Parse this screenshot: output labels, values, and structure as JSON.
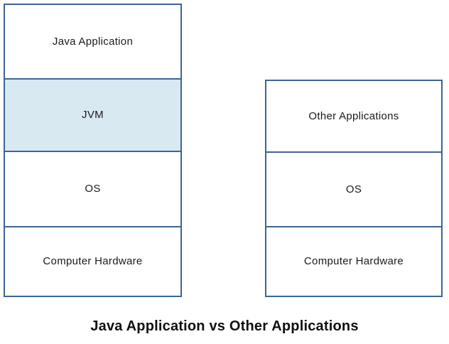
{
  "diagram": {
    "caption": "Java Application vs Other Applications",
    "colors": {
      "border": "#3d6495",
      "highlight_fill": "#d9e9f2",
      "layer_fill": "#ffffff",
      "text": "#1a1a1a",
      "caption_text": "#101010",
      "background": "#ffffff"
    },
    "stacks": [
      {
        "name": "java-application-stack",
        "layers": [
          {
            "label": "Java Application",
            "highlighted": false
          },
          {
            "label": "JVM",
            "highlighted": true
          },
          {
            "label": "OS",
            "highlighted": false
          },
          {
            "label": "Computer Hardware",
            "highlighted": false
          }
        ]
      },
      {
        "name": "other-applications-stack",
        "layers": [
          {
            "label": "Other Applications",
            "highlighted": false
          },
          {
            "label": "OS",
            "highlighted": false
          },
          {
            "label": "Computer Hardware",
            "highlighted": false
          }
        ]
      }
    ]
  }
}
